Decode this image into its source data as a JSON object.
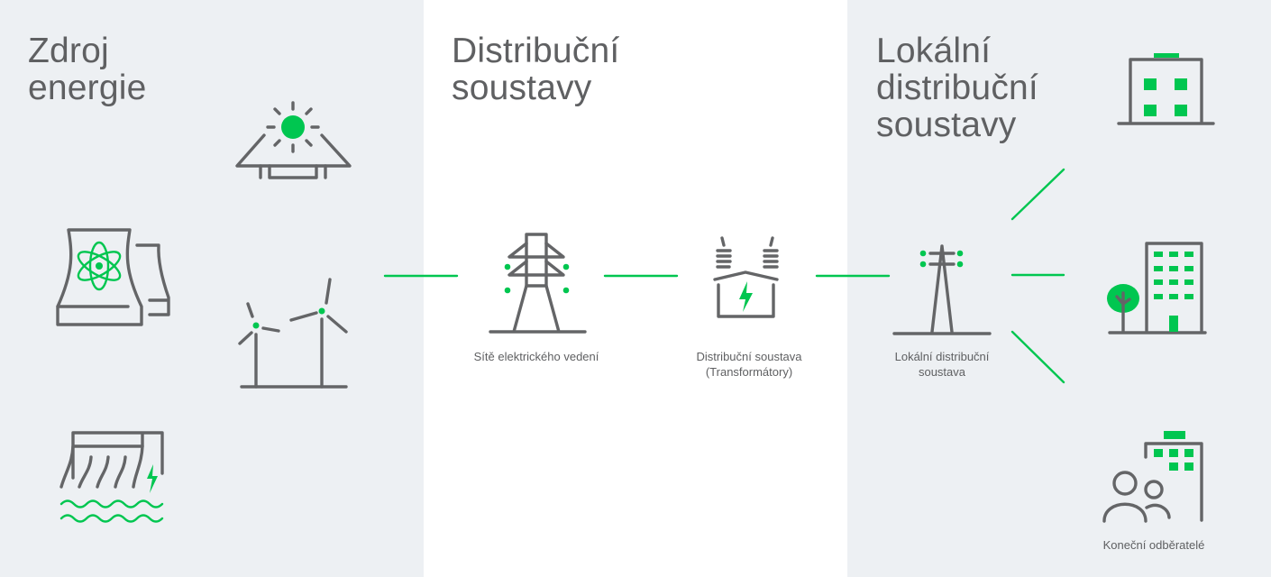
{
  "sections": {
    "source": {
      "title_lines": [
        "Zdroj",
        "energie"
      ]
    },
    "distribution": {
      "title_lines": [
        "Distribuční",
        "soustavy"
      ]
    },
    "local": {
      "title_lines": [
        "Lokální",
        "distribuční",
        "soustavy"
      ]
    }
  },
  "labels": {
    "power_lines": "Sítě elektrického vedení",
    "transformers_line1": "Distribuční soustava",
    "transformers_line2": "(Transformátory)",
    "local_line1": "Lokální distribuční",
    "local_line2": "soustava",
    "end_consumers": "Koneční odběratelé"
  },
  "colors": {
    "background": "#edf0f3",
    "icon_gray": "#646567",
    "accent_green": "#00c650"
  }
}
